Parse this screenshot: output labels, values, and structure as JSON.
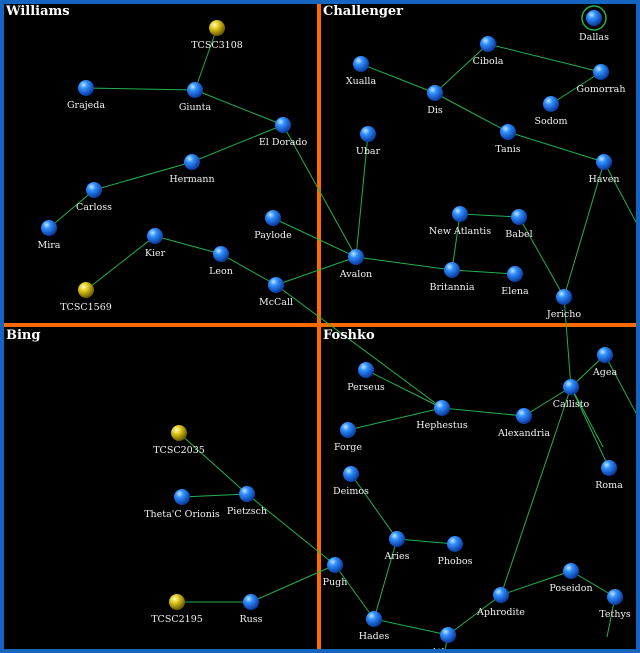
{
  "colors": {
    "frame": "#1565c0",
    "divider": "#ff6a00",
    "link": "#22b14c",
    "system_blue": "#1e7cf0",
    "system_gold": "#d8c21a",
    "label": "#f2f2f2"
  },
  "quadrants": [
    {
      "id": "williams",
      "title": "Williams"
    },
    {
      "id": "challenger",
      "title": "Challenger"
    },
    {
      "id": "bing",
      "title": "Bing"
    },
    {
      "id": "foshko",
      "title": "Foshko"
    }
  ],
  "systems": [
    {
      "id": "tcsc3108",
      "name": "TCSC3108",
      "kind": "gold"
    },
    {
      "id": "grajeda",
      "name": "Grajeda",
      "kind": "blue"
    },
    {
      "id": "giunta",
      "name": "Giunta",
      "kind": "blue"
    },
    {
      "id": "el-dorado",
      "name": "El Dorado",
      "kind": "blue"
    },
    {
      "id": "hermann",
      "name": "Hermann",
      "kind": "blue"
    },
    {
      "id": "carloss",
      "name": "Carloss",
      "kind": "blue"
    },
    {
      "id": "mira",
      "name": "Mira",
      "kind": "blue"
    },
    {
      "id": "kier",
      "name": "Kier",
      "kind": "blue"
    },
    {
      "id": "leon",
      "name": "Leon",
      "kind": "blue"
    },
    {
      "id": "tcsc1569",
      "name": "TCSC1569",
      "kind": "gold"
    },
    {
      "id": "paylode",
      "name": "Paylode",
      "kind": "blue"
    },
    {
      "id": "mccall",
      "name": "McCall",
      "kind": "blue"
    },
    {
      "id": "avalon",
      "name": "Avalon",
      "kind": "blue"
    },
    {
      "id": "xualla",
      "name": "Xualla",
      "kind": "blue"
    },
    {
      "id": "cibola",
      "name": "Cibola",
      "kind": "blue"
    },
    {
      "id": "dallas",
      "name": "Dallas",
      "kind": "blue",
      "selected": true
    },
    {
      "id": "gomorrah",
      "name": "Gomorrah",
      "kind": "blue"
    },
    {
      "id": "dis",
      "name": "Dis",
      "kind": "blue"
    },
    {
      "id": "sodom",
      "name": "Sodom",
      "kind": "blue"
    },
    {
      "id": "ubar",
      "name": "Ubar",
      "kind": "blue"
    },
    {
      "id": "tanis",
      "name": "Tanis",
      "kind": "blue"
    },
    {
      "id": "haven",
      "name": "Haven",
      "kind": "blue"
    },
    {
      "id": "new-atlantis",
      "name": "New Atlantis",
      "kind": "blue"
    },
    {
      "id": "babel",
      "name": "Babel",
      "kind": "blue"
    },
    {
      "id": "britannia",
      "name": "Britannia",
      "kind": "blue"
    },
    {
      "id": "elena",
      "name": "Elena",
      "kind": "blue"
    },
    {
      "id": "jericho",
      "name": "Jericho",
      "kind": "blue"
    },
    {
      "id": "perseus",
      "name": "Perseus",
      "kind": "blue"
    },
    {
      "id": "agea",
      "name": "Agea",
      "kind": "blue"
    },
    {
      "id": "callisto",
      "name": "Callisto",
      "kind": "blue"
    },
    {
      "id": "hephestus",
      "name": "Hephestus",
      "kind": "blue"
    },
    {
      "id": "alexandria",
      "name": "Alexandria",
      "kind": "blue"
    },
    {
      "id": "forge",
      "name": "Forge",
      "kind": "blue"
    },
    {
      "id": "roma",
      "name": "Roma",
      "kind": "blue"
    },
    {
      "id": "deimos",
      "name": "Deimos",
      "kind": "blue"
    },
    {
      "id": "aries",
      "name": "Aries",
      "kind": "blue"
    },
    {
      "id": "phobos",
      "name": "Phobos",
      "kind": "blue"
    },
    {
      "id": "poseidon",
      "name": "Poseidon",
      "kind": "blue"
    },
    {
      "id": "aphrodite",
      "name": "Aphrodite",
      "kind": "blue"
    },
    {
      "id": "tethys",
      "name": "Tethys",
      "kind": "blue"
    },
    {
      "id": "athena",
      "name": "Athena",
      "kind": "blue"
    },
    {
      "id": "hades",
      "name": "Hades",
      "kind": "blue"
    },
    {
      "id": "pugh",
      "name": "Pugh",
      "kind": "blue"
    },
    {
      "id": "tcsc2035",
      "name": "TCSC2035",
      "kind": "gold"
    },
    {
      "id": "theta-c-orionis",
      "name": "Theta'C Orionis",
      "kind": "blue"
    },
    {
      "id": "pietzsch",
      "name": "Pietzsch",
      "kind": "blue"
    },
    {
      "id": "tcsc2195",
      "name": "TCSC2195",
      "kind": "gold"
    },
    {
      "id": "russ",
      "name": "Russ",
      "kind": "blue"
    }
  ],
  "links": [
    [
      "tcsc3108",
      "giunta"
    ],
    [
      "grajeda",
      "giunta"
    ],
    [
      "giunta",
      "el-dorado"
    ],
    [
      "el-dorado",
      "hermann"
    ],
    [
      "hermann",
      "carloss"
    ],
    [
      "carloss",
      "mira"
    ],
    [
      "el-dorado",
      "avalon"
    ],
    [
      "kier",
      "leon"
    ],
    [
      "kier",
      "tcsc1569"
    ],
    [
      "leon",
      "mccall"
    ],
    [
      "paylode",
      "avalon"
    ],
    [
      "mccall",
      "avalon"
    ],
    [
      "mccall",
      "hephestus"
    ],
    [
      "xualla",
      "dis"
    ],
    [
      "dis",
      "cibola"
    ],
    [
      "cibola",
      "gomorrah"
    ],
    [
      "gomorrah",
      "sodom"
    ],
    [
      "dis",
      "tanis"
    ],
    [
      "tanis",
      "haven"
    ],
    [
      "ubar",
      "avalon"
    ],
    [
      "avalon",
      "britannia"
    ],
    [
      "new-atlantis",
      "babel"
    ],
    [
      "new-atlantis",
      "britannia"
    ],
    [
      "britannia",
      "elena"
    ],
    [
      "babel",
      "jericho"
    ],
    [
      "haven",
      "jericho"
    ],
    [
      "jericho",
      "callisto"
    ],
    [
      "perseus",
      "hephestus"
    ],
    [
      "forge",
      "hephestus"
    ],
    [
      "hephestus",
      "alexandria"
    ],
    [
      "alexandria",
      "callisto"
    ],
    [
      "callisto",
      "agea"
    ],
    [
      "callisto",
      "roma"
    ],
    [
      "callisto",
      "aphrodite"
    ],
    [
      "deimos",
      "aries"
    ],
    [
      "aries",
      "phobos"
    ],
    [
      "aries",
      "hades"
    ],
    [
      "hades",
      "pugh"
    ],
    [
      "hades",
      "athena"
    ],
    [
      "athena",
      "aphrodite"
    ],
    [
      "aphrodite",
      "poseidon"
    ],
    [
      "poseidon",
      "tethys"
    ],
    [
      "pugh",
      "russ"
    ],
    [
      "pugh",
      "pietzsch"
    ],
    [
      "tcsc2035",
      "pietzsch"
    ],
    [
      "theta-c-orionis",
      "pietzsch"
    ],
    [
      "russ",
      "tcsc2195"
    ]
  ],
  "offmap_links": [
    {
      "from": "haven",
      "direction": "east"
    },
    {
      "from": "agea",
      "direction": "east"
    },
    {
      "from": "callisto",
      "direction": "east"
    },
    {
      "from": "tethys",
      "direction": "south"
    },
    {
      "from": "athena",
      "direction": "south"
    }
  ]
}
